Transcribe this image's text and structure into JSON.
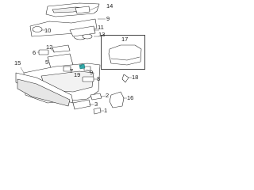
{
  "diagram": {
    "stroke": "#2a2a2a",
    "fill": "#ffffff",
    "shade": "#d9d9d9",
    "highlight": "#2fa7a7",
    "callouts": {
      "c1": "1",
      "c2": "2",
      "c3": "3",
      "c4": "4",
      "c5": "5",
      "c6": "6",
      "c7": "7",
      "c8": "8",
      "c9": "9",
      "c10": "10",
      "c11": "11",
      "c12": "12",
      "c13": "13",
      "c14": "14",
      "c15": "15",
      "c16": "16",
      "c17": "17",
      "c18": "18",
      "c19": "19"
    }
  }
}
